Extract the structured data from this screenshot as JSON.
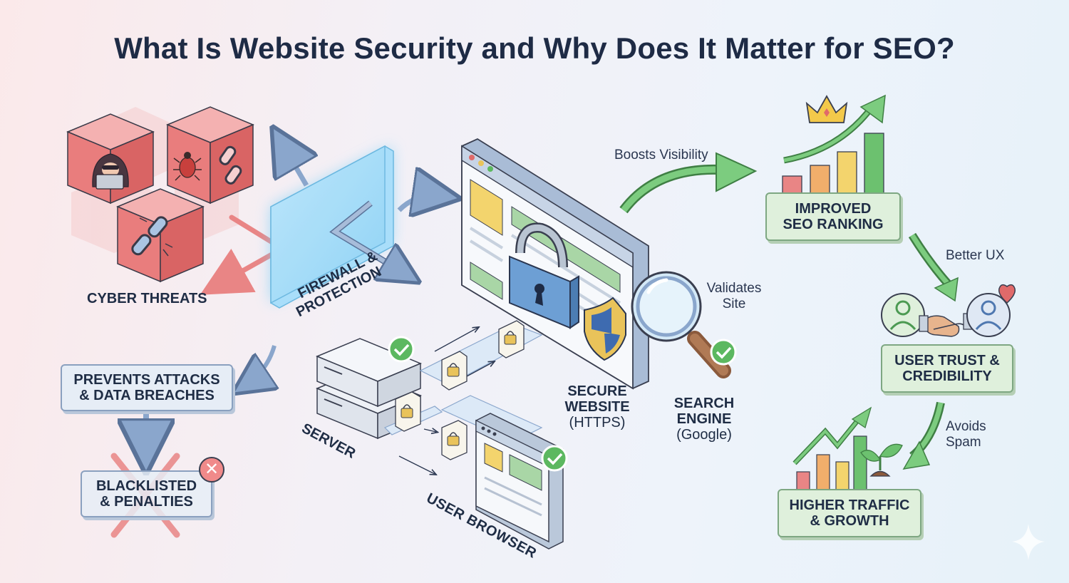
{
  "title": "What Is Website Security and Why Does It Matter for SEO?",
  "left": {
    "threats_label": "CYBER THREATS",
    "firewall_label_1": "FIREWALL &",
    "firewall_label_2": "PROTECTION",
    "prevents_1": "PREVENTS ATTACKS",
    "prevents_2": "& DATA BREACHES",
    "blacklist_1": "BLACKLISTED",
    "blacklist_2": "& PENALTIES"
  },
  "center": {
    "server_label": "SERVER",
    "browser_label": "USER BROWSER",
    "secure_1": "SECURE",
    "secure_2": "WEBSITE",
    "secure_3": "(HTTPS)",
    "search_1": "SEARCH",
    "search_2": "ENGINE",
    "search_3": "(Google)",
    "validates_1": "Validates",
    "validates_2": "Site"
  },
  "right": {
    "boosts": "Boosts Visibility",
    "seo_1": "IMPROVED",
    "seo_2": "SEO RANKING",
    "better_ux": "Better UX",
    "trust_1": "USER TRUST &",
    "trust_2": "CREDIBILITY",
    "avoids_1": "Avoids",
    "avoids_2": "Spam",
    "traffic_1": "HIGHER TRAFFIC",
    "traffic_2": "& GROWTH"
  },
  "colors": {
    "red": "#e06a6a",
    "blue": "#7b9dc6",
    "green": "#5cb860",
    "navy": "#1e2b45"
  }
}
